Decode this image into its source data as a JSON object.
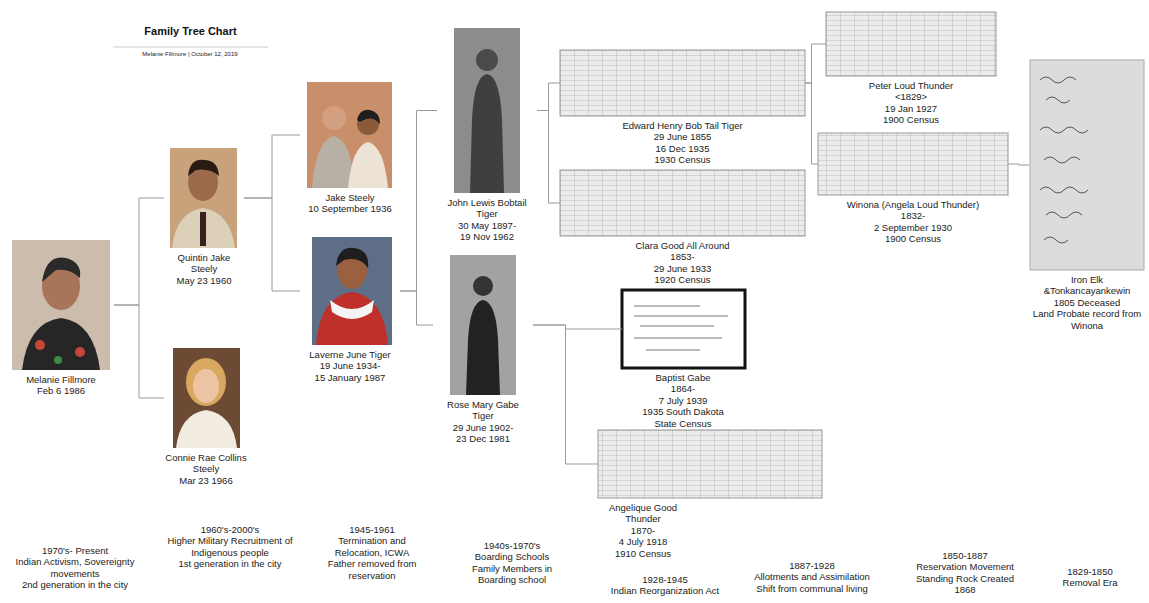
{
  "diagram": {
    "title": "Family Tree Chart",
    "nodes": [
      {
        "text": [
          "Melanie Fillmore",
          "Feb 6 1986"
        ]
      },
      {
        "text": [
          "Quintin Jake Steely",
          "May 23 1960"
        ]
      },
      {
        "text": [
          "Connie Rae Collins Steely",
          "Mar 23 1966"
        ]
      },
      {
        "text": [
          "Jake Steely",
          "10 September 1936"
        ]
      },
      {
        "text": [
          "Laverne June Tiger",
          "19 June 1934-",
          "15 January 1987"
        ]
      },
      {
        "text": [
          "John Lewis Bobtail Tiger",
          "30 May 1897-",
          "19 Nov 1962"
        ]
      },
      {
        "text": [
          "Rose Mary Gabe Tiger",
          "29 June 1902-",
          "23 Dec 1981"
        ]
      },
      {
        "text": [
          "Edward Henry Bob Tail Tiger",
          "29 June 1855",
          "16 Dec 1935",
          "1930 Census"
        ]
      },
      {
        "text": [
          "Clara Good All Around",
          "1853-",
          "29 June 1933",
          "1920 Census"
        ]
      },
      {
        "text": [
          "Baptist Gabe",
          "1864-",
          "7 July 1939",
          "1935 South Dakota State Census"
        ]
      },
      {
        "text": [
          "Angelique Good Thunder",
          "1870-",
          "4 July 1918",
          "1910 Census"
        ]
      },
      {
        "text": [
          "Peter Loud Thunder",
          "<1829>",
          "19 Jan 1927",
          "1900 Census"
        ]
      },
      {
        "text": [
          "Winona (Angela Loud Thunder)",
          "1832-",
          "2 September 1930",
          "1900 Census"
        ]
      },
      {
        "text": [
          "Iron Elk &Tonkancayankewin",
          "1805 Deceased",
          "Land Probate record from Winona"
        ]
      }
    ],
    "edges": [
      {
        "from": 0,
        "to": 1,
        "arrow": "none"
      },
      {
        "from": 0,
        "to": 2,
        "arrow": "none"
      },
      {
        "from": 1,
        "to": 3,
        "arrow": "none"
      },
      {
        "from": 1,
        "to": 4,
        "arrow": "none"
      },
      {
        "from": 4,
        "to": 5,
        "arrow": "none"
      },
      {
        "from": 4,
        "to": 6,
        "arrow": "none"
      },
      {
        "from": 5,
        "to": 7,
        "arrow": "none"
      },
      {
        "from": 5,
        "to": 8,
        "arrow": "none"
      },
      {
        "from": 6,
        "to": 9,
        "arrow": "none"
      },
      {
        "from": 6,
        "to": 10,
        "arrow": "none"
      },
      {
        "from": 7,
        "to": 11,
        "arrow": "none"
      },
      {
        "from": 7,
        "to": 12,
        "arrow": "none"
      },
      {
        "from": 12,
        "to": 13,
        "arrow": "none"
      }
    ],
    "labels": [
      "Melanie Fillmore | October 12, 2019",
      "1970's- Present",
      "Indian Activism, Sovereignty movements",
      "2nd generation in the city",
      "1960's-2000's",
      "Higher Military Recruitment of Indigenous people",
      "1st generation in the city",
      "1945-1961",
      "Termination and Relocation, ICWA",
      "Father removed from reservation",
      "1940s-1970's",
      "Boarding Schools",
      "Family Members in Boarding school",
      "1928-1945",
      "Indian Reorganization Act",
      "1887-1928",
      "Allotments and Assimilation",
      "Shift from communal living",
      "1850-1887",
      "Reservation Movement",
      "Standing Rock Created 1868",
      "1829-1850",
      "Removal Era"
    ]
  }
}
